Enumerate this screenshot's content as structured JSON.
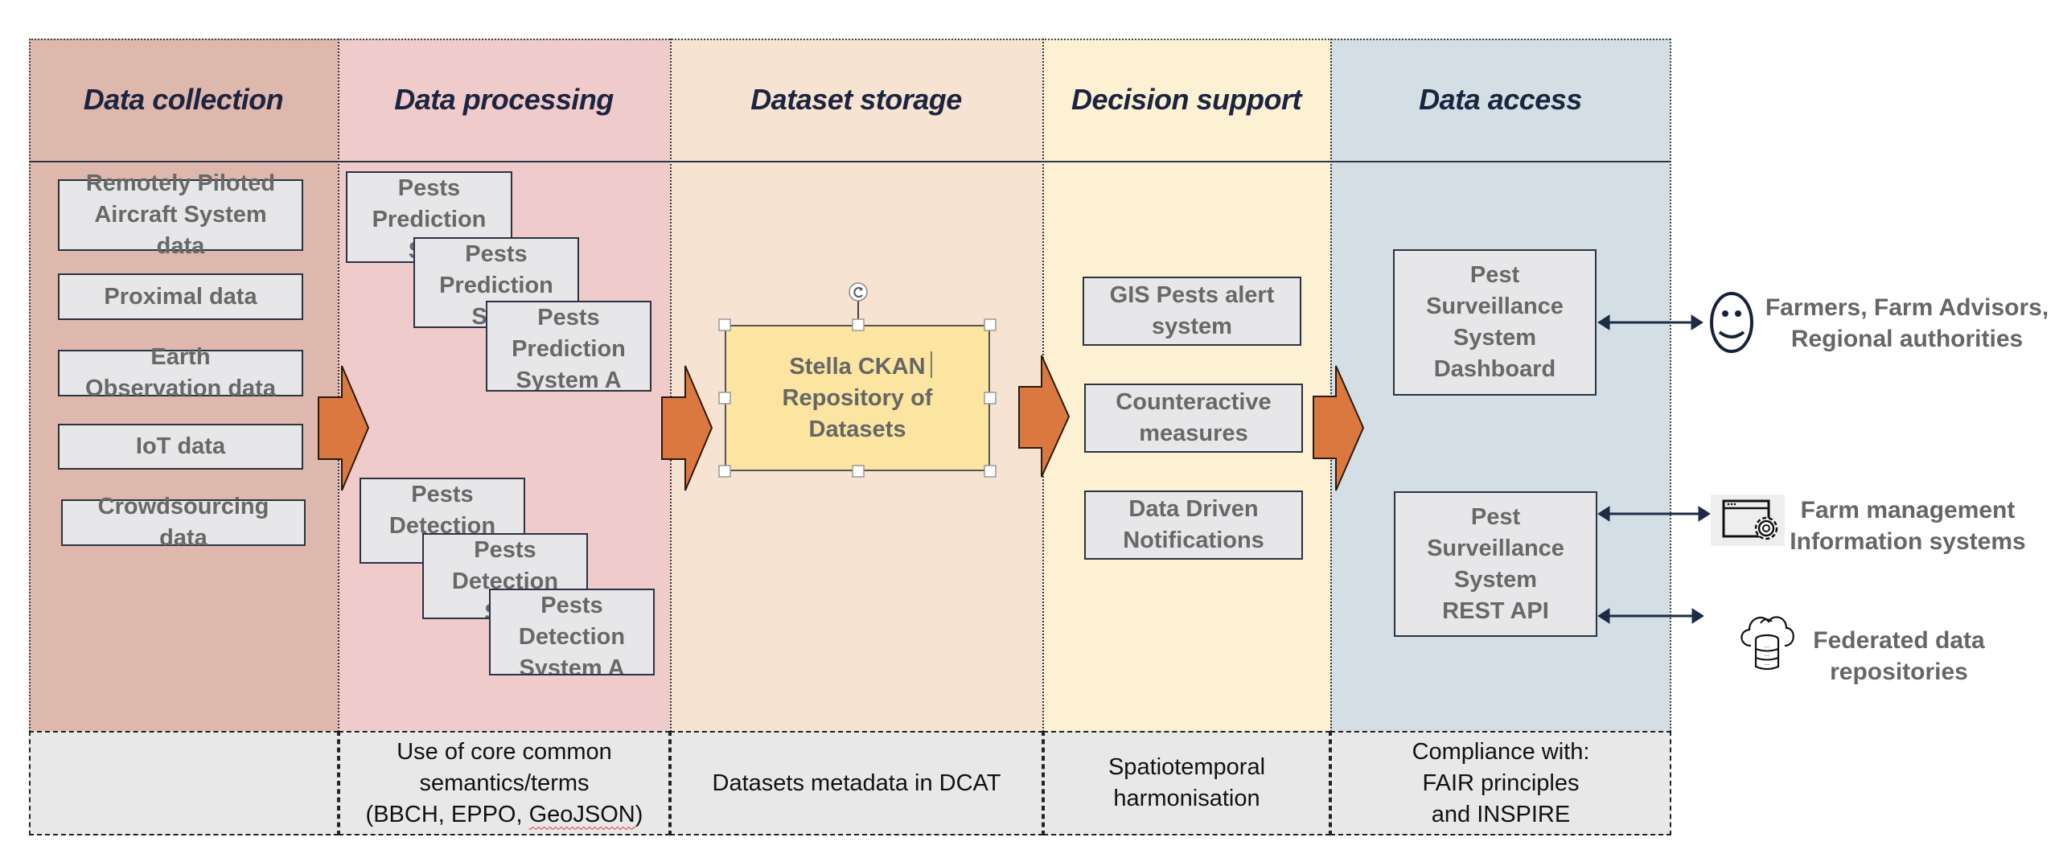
{
  "colors": {
    "col_collection": "#dfb8ad",
    "col_processing": "#efcbcb",
    "col_storage": "#f7e3d1",
    "col_decision": "#fdf1d3",
    "col_access": "#d3dfe4",
    "arrow_fill": "#db7840",
    "repository_fill": "#fbe5a0",
    "header_text": "#1b2440",
    "box_text": "#686868"
  },
  "columns": [
    {
      "title": "Data collection",
      "footer": ""
    },
    {
      "title": "Data processing",
      "footer": [
        "Use of core common",
        "semantics/terms",
        "(BBCH, EPPO, ",
        "GeoJSON",
        ")"
      ]
    },
    {
      "title": "Dataset storage",
      "footer": "Datasets metadata in DCAT"
    },
    {
      "title": "Decision support",
      "footer": [
        "Spatiotemporal",
        "harmonisation"
      ]
    },
    {
      "title": "Data access",
      "footer": [
        "Compliance with:",
        "FAIR principles",
        "and INSPIRE"
      ]
    }
  ],
  "data_collection": {
    "items": [
      [
        "Remotely Piloted",
        "Aircraft System",
        "data"
      ],
      [
        "Proximal data"
      ],
      [
        "Earth",
        "Observation data"
      ],
      [
        "IoT data"
      ],
      [
        "Crowdsourcing",
        "data"
      ]
    ]
  },
  "data_processing": {
    "prediction_stack": [
      [
        "Pests",
        "Prediction",
        "Sys"
      ],
      [
        "Pests",
        "Prediction",
        "Syst"
      ],
      [
        "Pests",
        "Prediction",
        "System A"
      ]
    ],
    "detection_stack": [
      [
        "Pests",
        "Detection",
        "Sys"
      ],
      [
        "Pests",
        "Detection",
        "Sys"
      ],
      [
        "Pests",
        "Detection",
        "System A"
      ]
    ]
  },
  "dataset_storage": {
    "repository": [
      "Stella CKAN",
      "Repository of",
      "Datasets"
    ]
  },
  "decision_support": {
    "items": [
      [
        "GIS Pests alert",
        "system"
      ],
      [
        "Counteractive",
        "measures"
      ],
      [
        "Data Driven",
        "Notifications"
      ]
    ]
  },
  "data_access": {
    "dashboard": [
      "Pest",
      "Surveillance",
      "System",
      "Dashboard"
    ],
    "rest_api": [
      "Pest",
      "Surveillance",
      "System",
      "REST API"
    ]
  },
  "external": {
    "users": {
      "icon": "smiley-face-icon",
      "lines": [
        "Farmers, Farm Advisors,",
        "Regional authorities"
      ]
    },
    "fmis": {
      "icon": "window-gear-icon",
      "lines": [
        "Farm management",
        "Information systems"
      ]
    },
    "federated": {
      "icon": "cloud-database-icon",
      "lines": [
        "Federated data",
        "repositories"
      ]
    }
  }
}
